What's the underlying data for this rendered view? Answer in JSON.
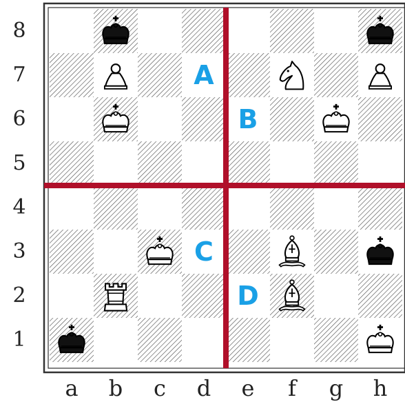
{
  "board": {
    "ranks": [
      "8",
      "7",
      "6",
      "5",
      "4",
      "3",
      "2",
      "1"
    ],
    "files": [
      "a",
      "b",
      "c",
      "d",
      "e",
      "f",
      "g",
      "h"
    ],
    "pieces": [
      {
        "square": "b8",
        "color": "black",
        "type": "king"
      },
      {
        "square": "h8",
        "color": "black",
        "type": "king"
      },
      {
        "square": "b7",
        "color": "white",
        "type": "pawn"
      },
      {
        "square": "f7",
        "color": "white",
        "type": "knight"
      },
      {
        "square": "h7",
        "color": "white",
        "type": "pawn"
      },
      {
        "square": "b6",
        "color": "white",
        "type": "king"
      },
      {
        "square": "g6",
        "color": "white",
        "type": "king"
      },
      {
        "square": "c3",
        "color": "white",
        "type": "king"
      },
      {
        "square": "f3",
        "color": "white",
        "type": "bishop"
      },
      {
        "square": "h3",
        "color": "black",
        "type": "king"
      },
      {
        "square": "b2",
        "color": "white",
        "type": "rook"
      },
      {
        "square": "f2",
        "color": "white",
        "type": "bishop"
      },
      {
        "square": "a1",
        "color": "black",
        "type": "king"
      },
      {
        "square": "h1",
        "color": "white",
        "type": "king"
      }
    ],
    "regions": [
      {
        "label": "A",
        "square": "d7"
      },
      {
        "label": "B",
        "square": "e6"
      },
      {
        "label": "C",
        "square": "d3"
      },
      {
        "label": "D",
        "square": "e2"
      }
    ]
  },
  "colors": {
    "divider": "#b0102a",
    "region_label": "#1aa0e6",
    "hatch": "#555555",
    "frame": "#333333"
  }
}
